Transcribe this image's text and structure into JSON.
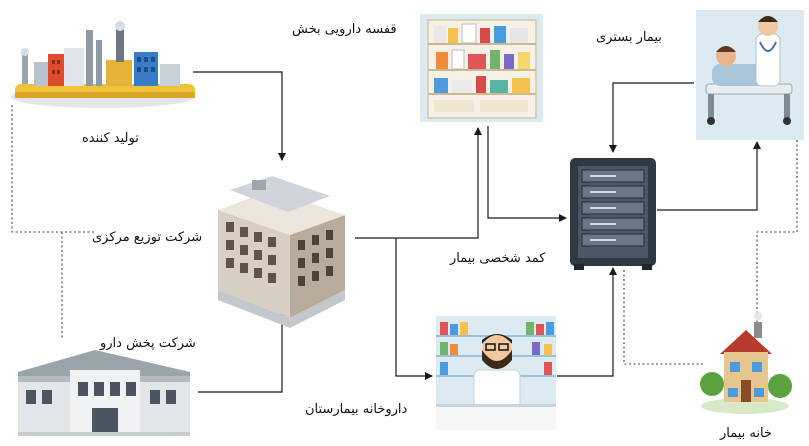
{
  "labels": {
    "producer": "تولید کننده",
    "central_distribution": "شرکت توزیع مرکزی",
    "drug_distribution": "شرکت پخش دارو",
    "ward_shelf": "قفسه دارویی بخش",
    "patient_cabinet": "کمد شخصی بیمار",
    "hospital_pharmacy": "داروخانه بیمارستان",
    "inpatient": "بیمار بستری",
    "patient_home": "خانه بیمار"
  },
  "colors": {
    "arrow": "#1a1a1a",
    "dotted": "#444444",
    "card_bg": "#dcebf1",
    "cabinet": "#3b4651"
  },
  "icons": [
    "factory-icon",
    "building-icon",
    "warehouse-icon",
    "medicine-shelf-icon",
    "server-cabinet-icon",
    "pharmacist-icon",
    "hospital-bed-icon",
    "house-icon"
  ]
}
